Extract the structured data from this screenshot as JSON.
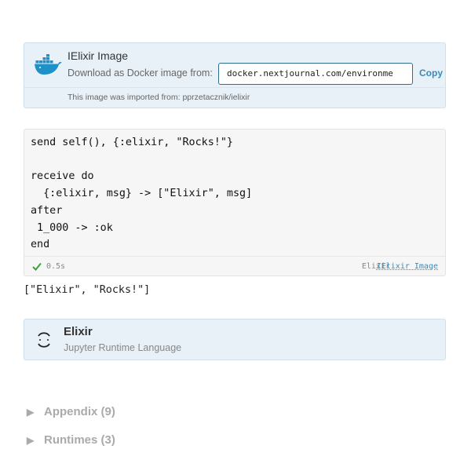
{
  "docker": {
    "title": "IElixir Image",
    "download_label": "Download as Docker image from:",
    "image_url": "docker.nextjournal.com/environme",
    "copy_label": "Copy",
    "import_note": "This image was imported from: pprzetacznik/ielixir"
  },
  "code_cell": {
    "code": "send self(), {:elixir, \"Rocks!\"}\n\nreceive do\n  {:elixir, msg} -> [\"Elixir\", msg]\nafter\n 1_000 -> :ok\nend",
    "elapsed": "0.5s",
    "language": "Elixir",
    "runtime_link": "IElixir Image"
  },
  "output": {
    "text": "[\"Elixir\", \"Rocks!\"]"
  },
  "runtime": {
    "title": "Elixir",
    "description": "Jupyter Runtime Language"
  },
  "sections": [
    {
      "label": "Appendix (9)",
      "icon": "triangle-right-icon"
    },
    {
      "label": "Runtimes (3)",
      "icon": "triangle-right-icon"
    }
  ],
  "colors": {
    "card_bg": "#e8f1f8",
    "accent": "#3b8ab8",
    "docker_blue": "#1d91c8",
    "success": "#3aa03a"
  }
}
